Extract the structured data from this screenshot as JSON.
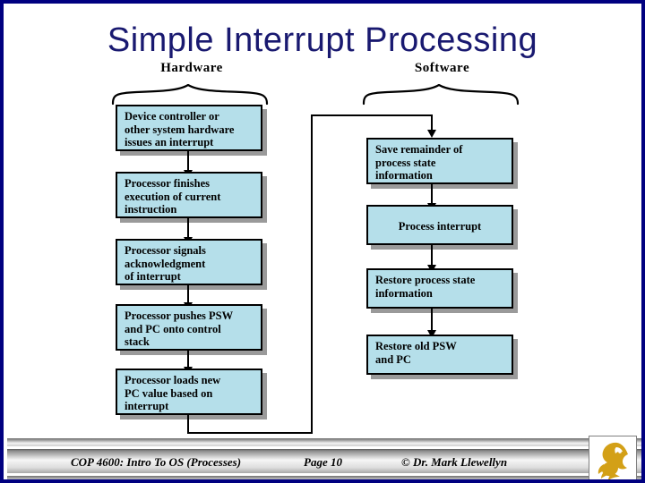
{
  "slide": {
    "title": "Simple Interrupt Processing",
    "border_color": "#000080",
    "title_color": "#191970",
    "box_fill_color": "#b5dfea",
    "box_border_color": "#000000",
    "box_shadow_color": "#9a9a9a"
  },
  "columns": {
    "hardware": {
      "header": "Hardware",
      "steps": [
        {
          "lines": [
            "Device controller or",
            "other system hardware",
            "issues an interrupt"
          ],
          "align": "left"
        },
        {
          "lines": [
            "Processor finishes",
            "execution of current",
            "instruction"
          ],
          "align": "left"
        },
        {
          "lines": [
            "Processor signals",
            "acknowledgment",
            "of interrupt"
          ],
          "align": "left"
        },
        {
          "lines": [
            "Processor pushes PSW",
            "and PC onto control",
            "stack"
          ],
          "align": "left"
        },
        {
          "lines": [
            "Processor loads new",
            "PC value based on",
            "interrupt"
          ],
          "align": "left"
        }
      ]
    },
    "software": {
      "header": "Software",
      "steps": [
        {
          "lines": [
            "Save remainder of",
            "process state",
            "information"
          ],
          "align": "left"
        },
        {
          "lines": [
            "Process interrupt"
          ],
          "align": "center"
        },
        {
          "lines": [
            "Restore process state",
            "information"
          ],
          "align": "left"
        },
        {
          "lines": [
            "Restore old PSW",
            "and PC"
          ],
          "align": "left"
        }
      ]
    }
  },
  "footer": {
    "course": "COP 4600: Intro To OS  (Processes)",
    "page": "Page 10",
    "copyright": "© Dr. Mark Llewellyn",
    "logo_name": "pegasus-logo",
    "logo_color": "#d3a017"
  }
}
